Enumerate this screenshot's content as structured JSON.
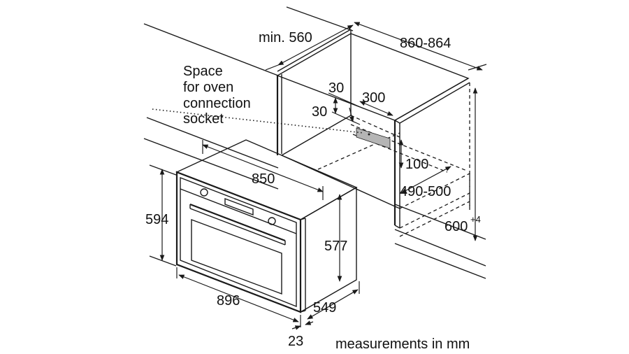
{
  "labels": {
    "min_depth": "min. 560",
    "cabinet_width": "860-864",
    "socket_line1": "Space",
    "socket_line2": "for oven",
    "socket_line3": "connection",
    "socket_line4": "socket",
    "gap_30_top": "30",
    "gap_30_side": "30",
    "socket_width": "300",
    "socket_height": "100",
    "oven_width_top": "850",
    "niche_depth": "490-500",
    "niche_height": "600",
    "niche_height_tolerance": "+4",
    "oven_height_front": "594",
    "oven_height_body": "577",
    "oven_width_front": "896",
    "oven_depth": "549",
    "panel_thickness": "23",
    "units_note": "measurements in mm"
  },
  "colors": {
    "line": "#1a1a1a",
    "socket_area": "#b5b5b5"
  }
}
